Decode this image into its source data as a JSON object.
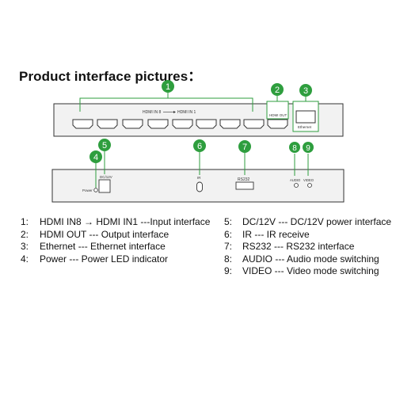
{
  "title": "Product interface pictures：",
  "callouts": {
    "c1": "1",
    "c2": "2",
    "c3": "3",
    "c4": "4",
    "c5": "5",
    "c6": "6",
    "c7": "7",
    "c8": "8",
    "c9": "9"
  },
  "front_panel": {
    "hdmi_range_label_left": "HDMI IN 8",
    "hdmi_range_label_right": "HDMI IN 1",
    "hdmi_out_label": "HDMI OUT",
    "ethernet_label": "Ethernet"
  },
  "back_panel": {
    "dc_label": "DC/12V",
    "power_label": "Power",
    "ir_label": "IR",
    "rs232_label": "RS232",
    "audio_label": "AUDIO",
    "video_label": "VIDEO"
  },
  "legend": [
    {
      "num": "1:",
      "text": "HDMI IN8 → HDMI IN1 ---Input interface"
    },
    {
      "num": "2:",
      "text": "HDMI OUT --- Output interface"
    },
    {
      "num": "3:",
      "text": "Ethernet --- Ethernet interface"
    },
    {
      "num": "4:",
      "text": "Power --- Power LED indicator"
    },
    {
      "num": "5:",
      "text": "DC/12V --- DC/12V power interface"
    },
    {
      "num": "6:",
      "text": "IR --- IR receive"
    },
    {
      "num": "7:",
      "text": "RS232 --- RS232 interface"
    },
    {
      "num": "8:",
      "text": "AUDIO --- Audio mode switching"
    },
    {
      "num": "9:",
      "text": "VIDEO --- Video mode switching"
    }
  ],
  "colors": {
    "callout_green": "#2e9e3e",
    "panel_fill": "#f2f2f2",
    "panel_stroke": "#333333"
  }
}
